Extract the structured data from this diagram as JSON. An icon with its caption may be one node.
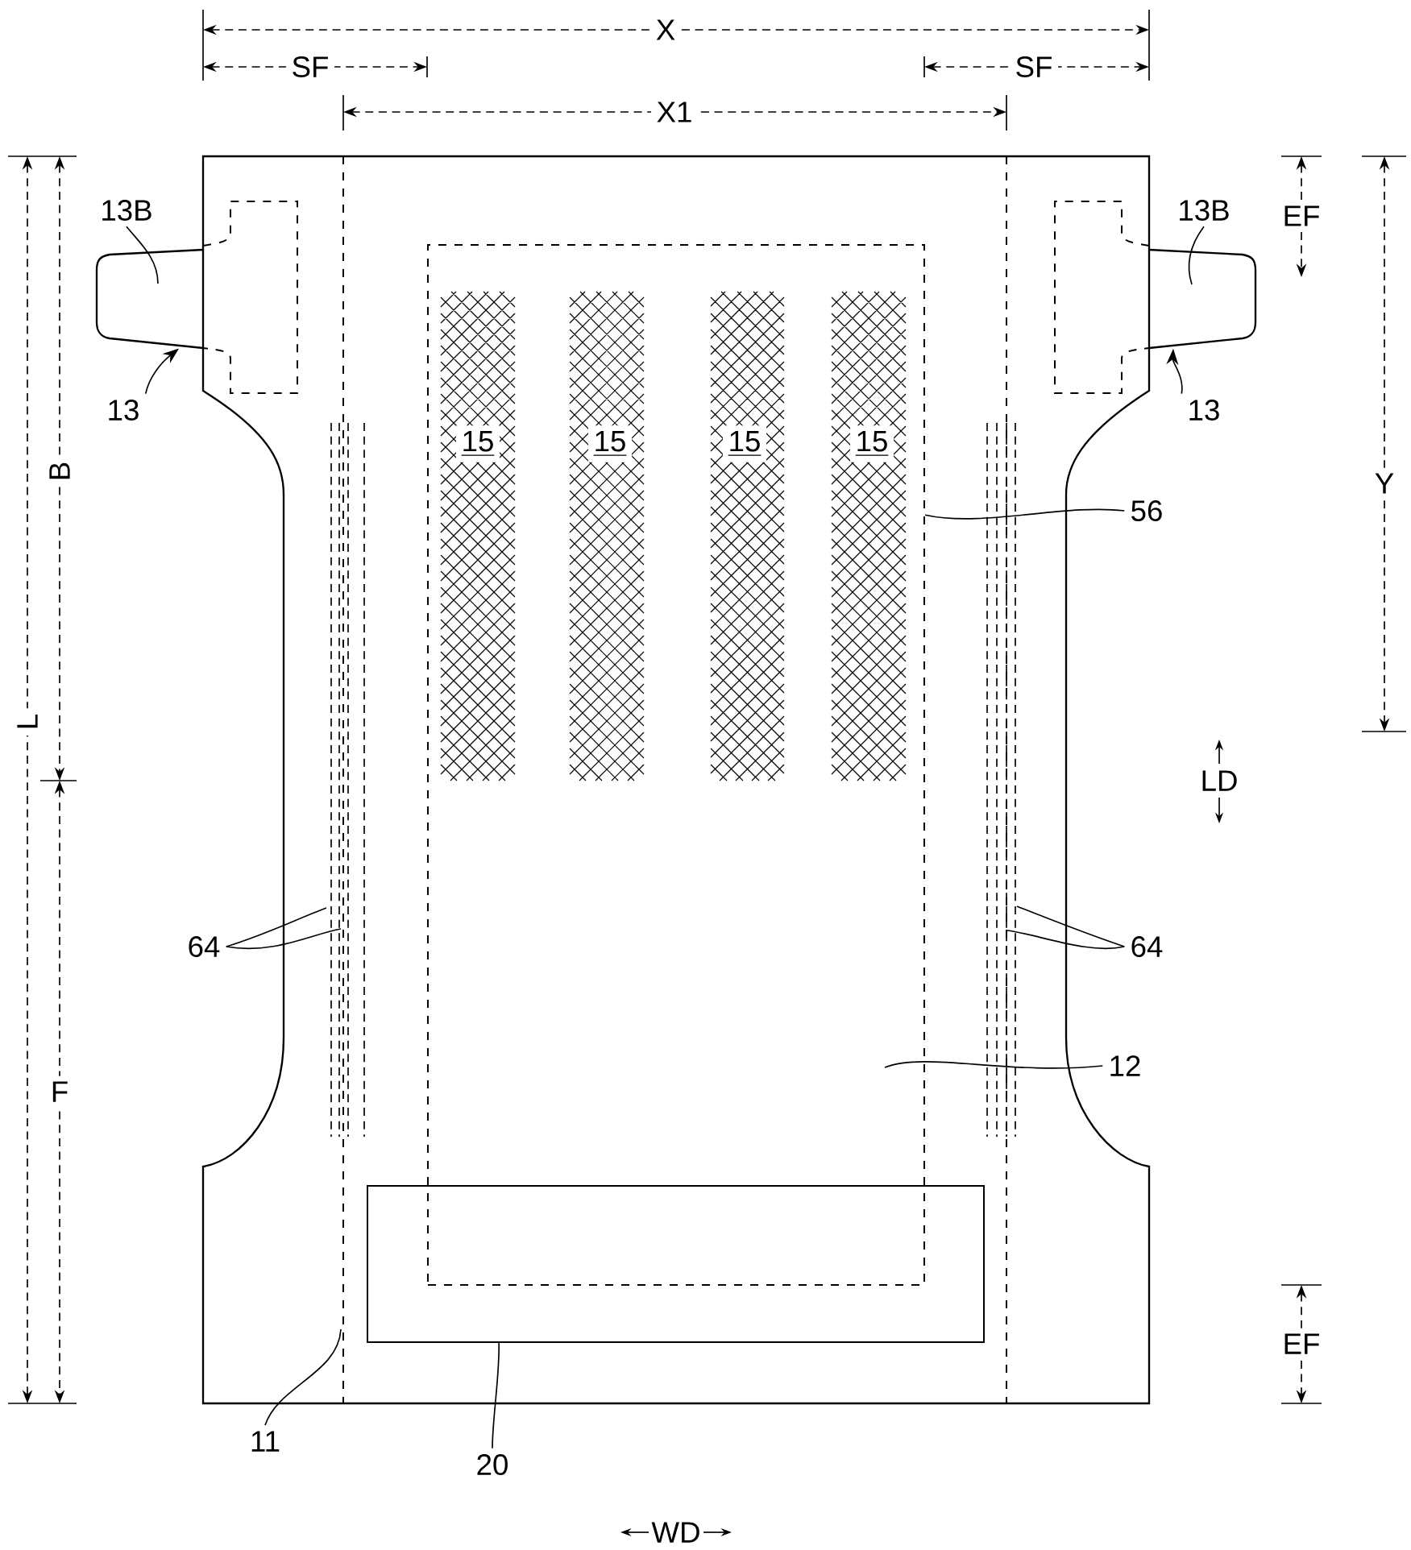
{
  "diagram": {
    "nodes": [
      {
        "text": [
          "13B"
        ]
      },
      {
        "text": [
          "13B"
        ]
      },
      {
        "text": [
          "13"
        ]
      },
      {
        "text": [
          "13"
        ]
      },
      {
        "text": [
          "56"
        ]
      },
      {
        "text": [
          "64"
        ]
      },
      {
        "text": [
          "64"
        ]
      },
      {
        "text": [
          "12"
        ]
      },
      {
        "text": [
          "11"
        ]
      },
      {
        "text": [
          "20"
        ]
      },
      {
        "text": [],
        "shape": "box"
      },
      {
        "text": [],
        "shape": "box"
      },
      {
        "text": [],
        "shape": "box"
      },
      {
        "text": [],
        "shape": "box"
      }
    ],
    "edges": [
      {
        "from": 0,
        "to": 12,
        "arrow": "none"
      },
      {
        "from": 1,
        "to": 13,
        "arrow": "none"
      },
      {
        "from": 2,
        "to": 12,
        "arrow": "to"
      },
      {
        "from": 3,
        "to": 13,
        "arrow": "to"
      },
      {
        "from": 4,
        "to": 10,
        "arrow": "none"
      },
      {
        "from": 5,
        "to": null,
        "arrow": "none"
      },
      {
        "from": 5,
        "to": null,
        "arrow": "none"
      },
      {
        "from": 6,
        "to": null,
        "arrow": "none"
      },
      {
        "from": 6,
        "to": null,
        "arrow": "none"
      },
      {
        "from": 7,
        "to": 10,
        "arrow": "none"
      },
      {
        "from": 8,
        "to": null,
        "arrow": "none"
      },
      {
        "from": 9,
        "to": 11,
        "arrow": "none"
      }
    ],
    "labels": [
      "X",
      "SF",
      "SF",
      "X1",
      "EF",
      "15",
      "15",
      "15",
      "15",
      "B",
      "Y",
      "L",
      "LD",
      "F",
      "EF",
      "WD"
    ]
  }
}
